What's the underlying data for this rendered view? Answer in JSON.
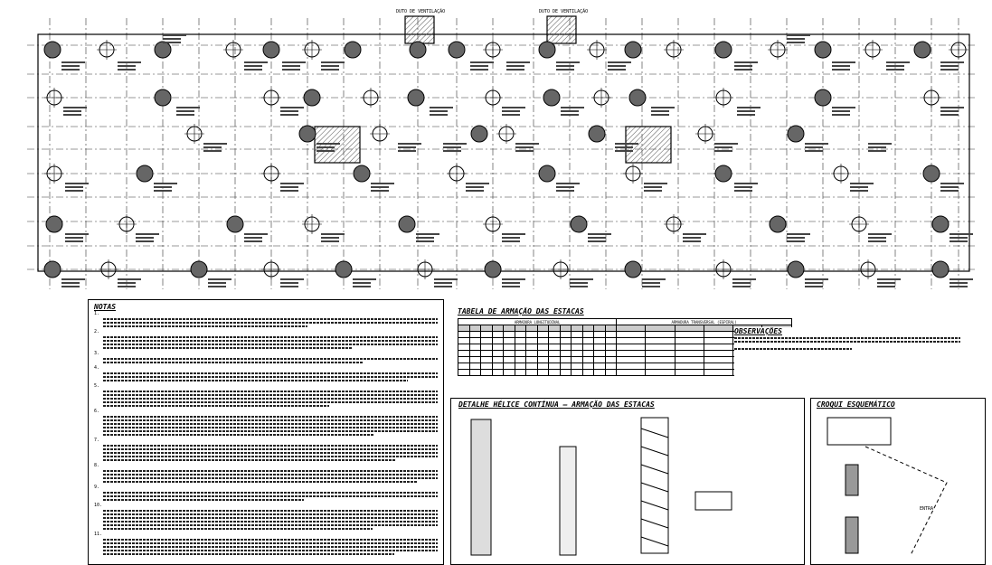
{
  "plan": {
    "vent_labels": [
      "DUTO DE VENTILAÇÃO",
      "DUTO DE VENTILAÇÃO"
    ]
  },
  "notes": {
    "title": "NOTAS",
    "items": [
      "1.",
      "2.",
      "3.",
      "4.",
      "5.",
      "6.",
      "7.",
      "8.",
      "9.",
      "10.",
      "11."
    ]
  },
  "table": {
    "title": "TABELA DE ARMAÇÃO DAS ESTACAS",
    "group_long": "ARMADURA LONGITUDINAL",
    "group_trans": "ARMADURA TRANSVERSAL (ESPIRAL)"
  },
  "observacoes": {
    "title": "OBSERVAÇÕES"
  },
  "detalhe": {
    "title": "DETALHE HÉLICE CONTÍNUA — ARMAÇÃO DAS ESTACAS"
  },
  "croqui": {
    "title": "CROQUI ESQUEMÁTICO",
    "label_entra": "ENTRA"
  }
}
